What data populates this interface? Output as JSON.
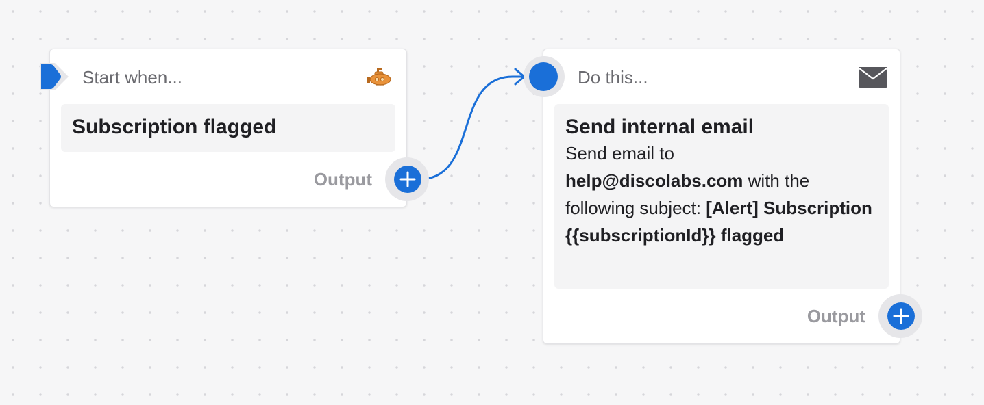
{
  "trigger": {
    "header": "Start when...",
    "event_title": "Subscription flagged",
    "output_label": "Output",
    "header_icon": "submarine-icon",
    "port_icon": "play-marker-icon"
  },
  "action": {
    "header": "Do this...",
    "title": "Send internal email",
    "body": {
      "intro": "Send email to",
      "recipient": "help@discolabs.com",
      "mid": " with the following subject: ",
      "subject": "[Alert] Subscription {{subscriptionId}} flagged"
    },
    "output_label": "Output",
    "header_icon": "envelope-icon"
  },
  "colors": {
    "accent": "#1a6fd8",
    "connector": "#1a6fd8",
    "icon_orange": "#e9923a"
  }
}
